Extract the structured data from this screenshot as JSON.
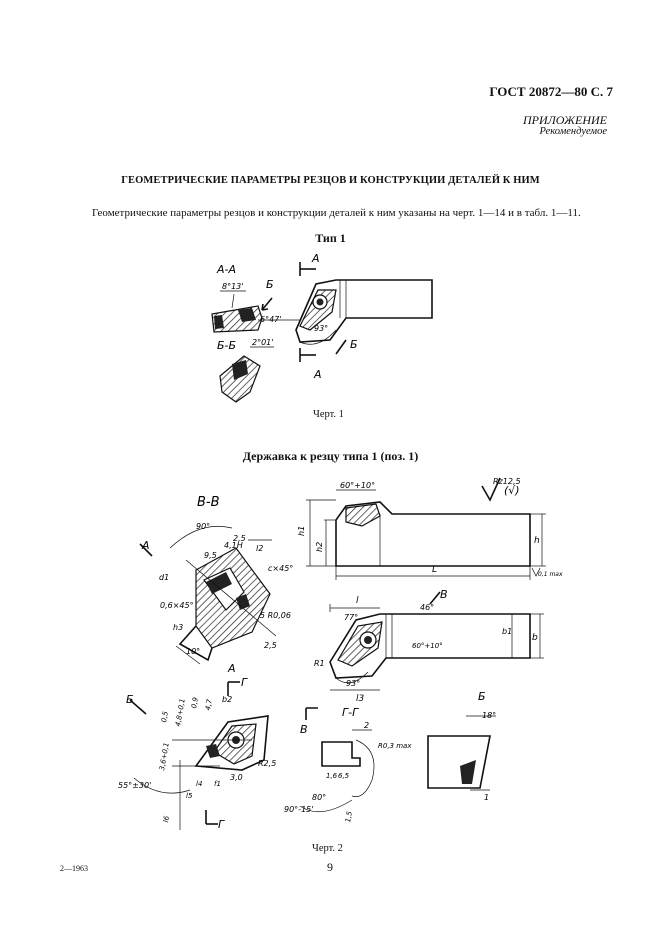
{
  "header": {
    "standard": "ГОСТ 20872—80 С. 7"
  },
  "appendix": {
    "label": "ПРИЛОЖЕНИЕ",
    "sublabel": "Рекомендуемое"
  },
  "document": {
    "title": "ГЕОМЕТРИЧЕСКИЕ ПАРАМЕТРЫ РЕЗЦОВ И КОНСТРУКЦИИ ДЕТАЛЕЙ К НИМ",
    "intro": "Геометрические параметры резцов и конструкции деталей к ним указаны на черт. 1—14 и в табл. 1—11."
  },
  "figure1": {
    "heading": "Тип 1",
    "caption": "Черт. 1",
    "labels": {
      "section_aa": "А-А",
      "angle_aa": "8°13'",
      "angle_side": "6°47'",
      "section_bb": "Б-Б",
      "angle_bb": "2°01'",
      "mark_b": "Б",
      "mark_a_top": "А",
      "mark_a_bottom": "А",
      "mark_b_lower": "Б",
      "angle_main": "93°"
    }
  },
  "figure2": {
    "heading": "Державка к резцу типа 1 (поз. 1)",
    "caption": "Черт. 2",
    "labels": {
      "section_vv": "В-В",
      "roughness": "Rz12,5",
      "roughness_sym": "(√)",
      "angle_top": "60°+10°",
      "h1": "h1",
      "h2": "h2",
      "h": "h",
      "L": "L",
      "flat": "0,1 max",
      "angle_90": "90°",
      "dim_2_5": "2,5",
      "dim_4_1": "4,1H",
      "dim_9_5": "9,5",
      "l2": "l2",
      "c45": "с×45°",
      "d1": "d1",
      "angle_b": "0,6×45°",
      "d2": "Ø2,5 R0,06",
      "h3": "h3",
      "dim_2_5b": "2,5",
      "angle_10": "10°",
      "mark_a": "А",
      "mark_a2": "А",
      "l": "l",
      "angle_77": "77°",
      "angle_46": "46°",
      "mark_v": "В",
      "angle_60b": "60°+10°",
      "b1": "b1",
      "b": "b",
      "r1": "R1",
      "angle_93": "93°",
      "l3": "l3",
      "mark_g": "Г",
      "mark_b2": "Б",
      "dim_0_5": "0,5",
      "dim_4_8": "4,8+0,1",
      "dim_0_9": "0,9",
      "dim_4_7": "4,7",
      "b2": "b2",
      "dim_3_6": "3,6+0,1",
      "angle_55": "55°±30'",
      "l4": "l4",
      "f1": "f1",
      "r2_5": "R2,5",
      "dim_3_0": "3,0",
      "l5": "l5",
      "l6": "l6",
      "mark_g2": "Г",
      "section_gg": "Г-Г",
      "dim_2": "2",
      "mark_v2": "В",
      "r0_3": "R0,3 max",
      "dim_1_6": "1,6",
      "dim_6_5": "6,5",
      "angle_80": "80°",
      "angle_90b": "90°-15'",
      "dim_1_5": "1,5",
      "mark_b3": "Б",
      "angle_18": "18°",
      "dim_1": "1"
    }
  },
  "footer": {
    "print_code": "2—1963",
    "page_number": "9"
  }
}
